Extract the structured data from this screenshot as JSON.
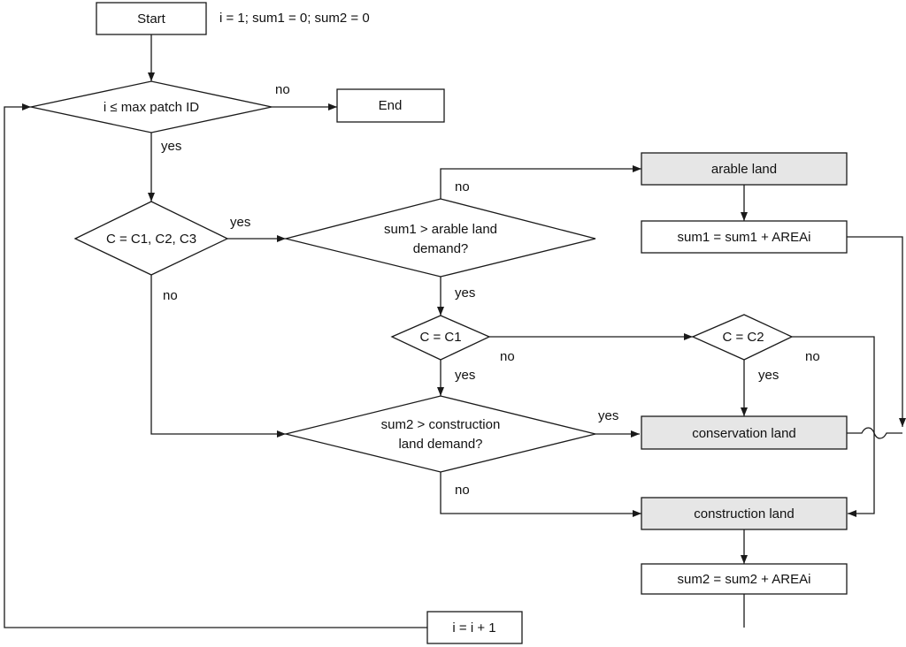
{
  "init_note": "i = 1; sum1 = 0; sum2 = 0",
  "nodes": {
    "start": "Start",
    "end": "End",
    "d_max": "i ≤ max patch ID",
    "d_c123": "C = C1, C2, C3",
    "d_sum1": [
      "sum1 > arable land",
      "demand?"
    ],
    "d_c1": "C = C1",
    "d_c2": "C = C2",
    "d_sum2": [
      "sum2 > construction",
      "land demand?"
    ],
    "arable": "arable land",
    "sum1_update": "sum1 = sum1 + AREAi",
    "conservation": "conservation land",
    "construction": "construction land",
    "sum2_update": "sum2 = sum2 + AREAi",
    "i_update": "i = i + 1"
  },
  "edge_labels": {
    "max_no": "no",
    "max_yes": "yes",
    "c123_yes": "yes",
    "c123_no": "no",
    "sum1_no": "no",
    "sum1_yes": "yes",
    "c1_no": "no",
    "c1_yes": "yes",
    "c2_no": "no",
    "c2_yes": "yes",
    "sum2_yes": "yes",
    "sum2_no": "no"
  },
  "colors": {
    "line": "#1a1a1a",
    "box_fill": "#ffffff",
    "shaded_fill": "#e6e6e6"
  }
}
